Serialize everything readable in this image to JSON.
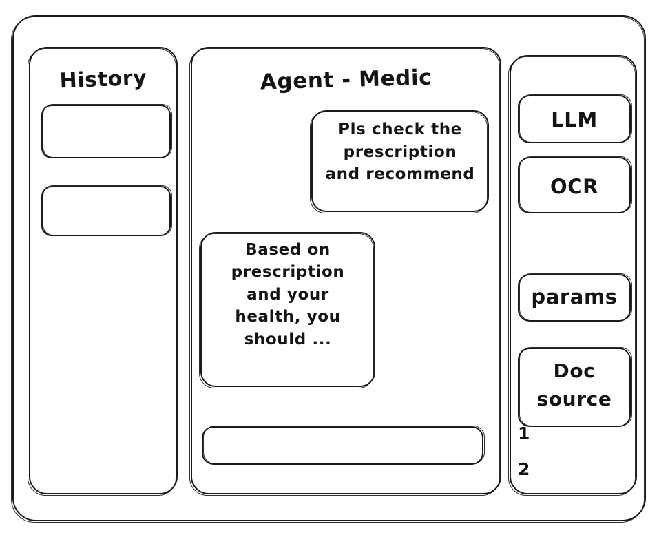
{
  "window": {
    "frame_name": "app-window"
  },
  "sidebar_left": {
    "title": "History",
    "items": [
      {
        "label": "",
        "name": "history-item-1"
      },
      {
        "label": "",
        "name": "history-item-2"
      }
    ]
  },
  "main": {
    "title": "Agent - Medic",
    "messages": [
      {
        "role": "user",
        "text": "Pls check the\nprescription\nand recommend"
      },
      {
        "role": "agent",
        "text": "Based on\nprescription\nand your\nhealth, you\nshould ..."
      }
    ],
    "composer": {
      "value": "",
      "placeholder": ""
    }
  },
  "sidebar_right": {
    "tools_top": [
      {
        "label": "LLM"
      },
      {
        "label": "OCR"
      }
    ],
    "tools_bottom": [
      {
        "label": "params"
      },
      {
        "label": "Doc\nsource"
      }
    ],
    "doc_sources": [
      {
        "label": "1"
      },
      {
        "label": "2"
      }
    ]
  },
  "colors": {
    "ink": "#1a1a1a",
    "background": "#ffffff"
  }
}
